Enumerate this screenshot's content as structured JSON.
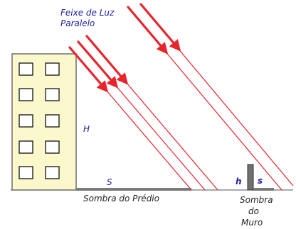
{
  "diagram": {
    "title_line1": "Feixe de Luz",
    "title_line2": "Paralelo",
    "building_height_label": "H",
    "building_shadow_label": "S",
    "building_shadow_caption": "Sombra do Prédio",
    "wall_height_label": "h",
    "wall_shadow_label": "s",
    "wall_shadow_caption_line1": "Sombra",
    "wall_shadow_caption_line2": "do",
    "wall_shadow_caption_line3": "Muro"
  },
  "colors": {
    "ray": "#e8242c",
    "label_blue": "#1d22a6",
    "building_fill": "#fbf9cc",
    "wall_fill": "#6f6f6f"
  }
}
